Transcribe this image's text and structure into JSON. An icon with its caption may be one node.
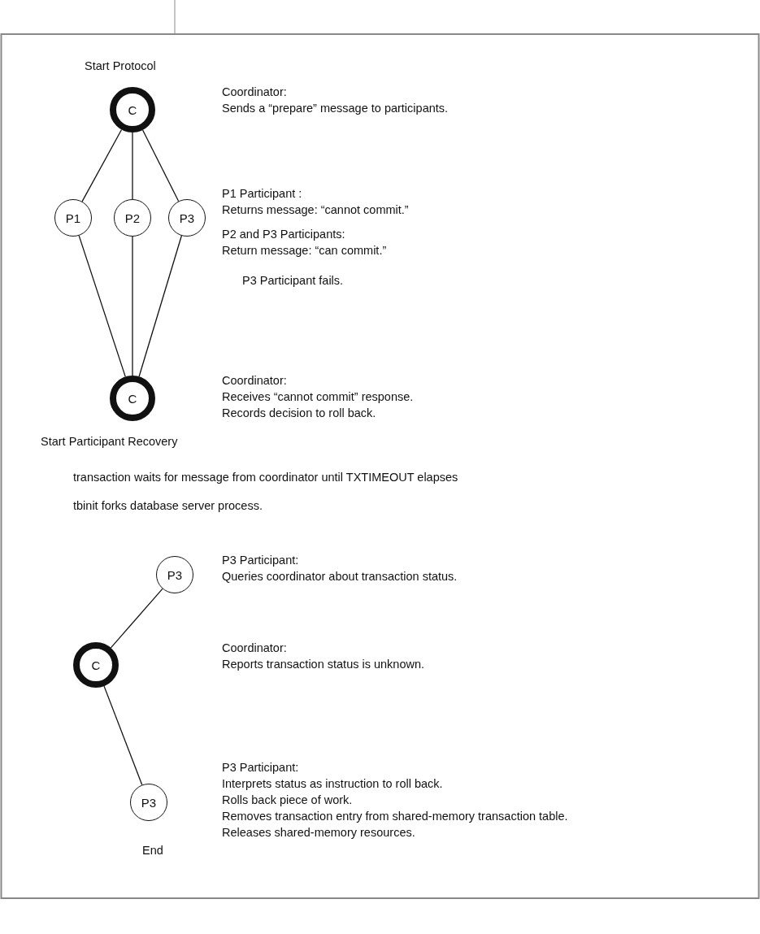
{
  "diagram": {
    "nodes": [
      {
        "text": [
          "C"
        ],
        "beside": [
          "Coordinator:",
          "Sends a “prepare” message to participants."
        ]
      },
      {
        "text": [
          "P1"
        ],
        "beside": [
          "P1 Participant :",
          "Returns message: “cannot commit.”"
        ]
      },
      {
        "text": [
          "P2"
        ]
      },
      {
        "text": [
          "P3"
        ]
      },
      {
        "text": [
          "C"
        ],
        "beside": [
          "Coordinator:",
          "Receives “cannot commit” response.",
          "Records decision to roll back."
        ]
      },
      {
        "text": [
          "P3"
        ],
        "beside": [
          "P3 Participant:",
          "Queries coordinator about transaction status."
        ]
      },
      {
        "text": [
          "C"
        ],
        "beside": [
          "Coordinator:",
          "Reports transaction status is unknown."
        ]
      },
      {
        "text": [
          "P3"
        ],
        "beside": [
          "P3 Participant:",
          "Interprets status as instruction to roll back.",
          "Rolls back piece of work.",
          "Removes transaction entry from shared-memory transaction table.",
          "Releases shared-memory resources."
        ]
      }
    ],
    "edges": [
      {
        "from": 0,
        "to": 1,
        "arrow": "none"
      },
      {
        "from": 0,
        "to": 2,
        "arrow": "none"
      },
      {
        "from": 0,
        "to": 3,
        "arrow": "none"
      },
      {
        "from": 1,
        "to": 4,
        "arrow": "none"
      },
      {
        "from": 2,
        "to": 4,
        "arrow": "none"
      },
      {
        "from": 3,
        "to": 4,
        "arrow": "none"
      },
      {
        "from": 5,
        "to": 6,
        "arrow": "none"
      },
      {
        "from": 6,
        "to": 7,
        "arrow": "none"
      }
    ],
    "labels": [
      "Start Protocol",
      "P2 and P3 Participants:",
      "Return message: “can commit.”",
      "P3 Participant fails.",
      "Start Participant Recovery",
      "transaction waits for message from coordinator until TXTIMEOUT elapses",
      "tbinit forks database server process.",
      "End"
    ]
  }
}
